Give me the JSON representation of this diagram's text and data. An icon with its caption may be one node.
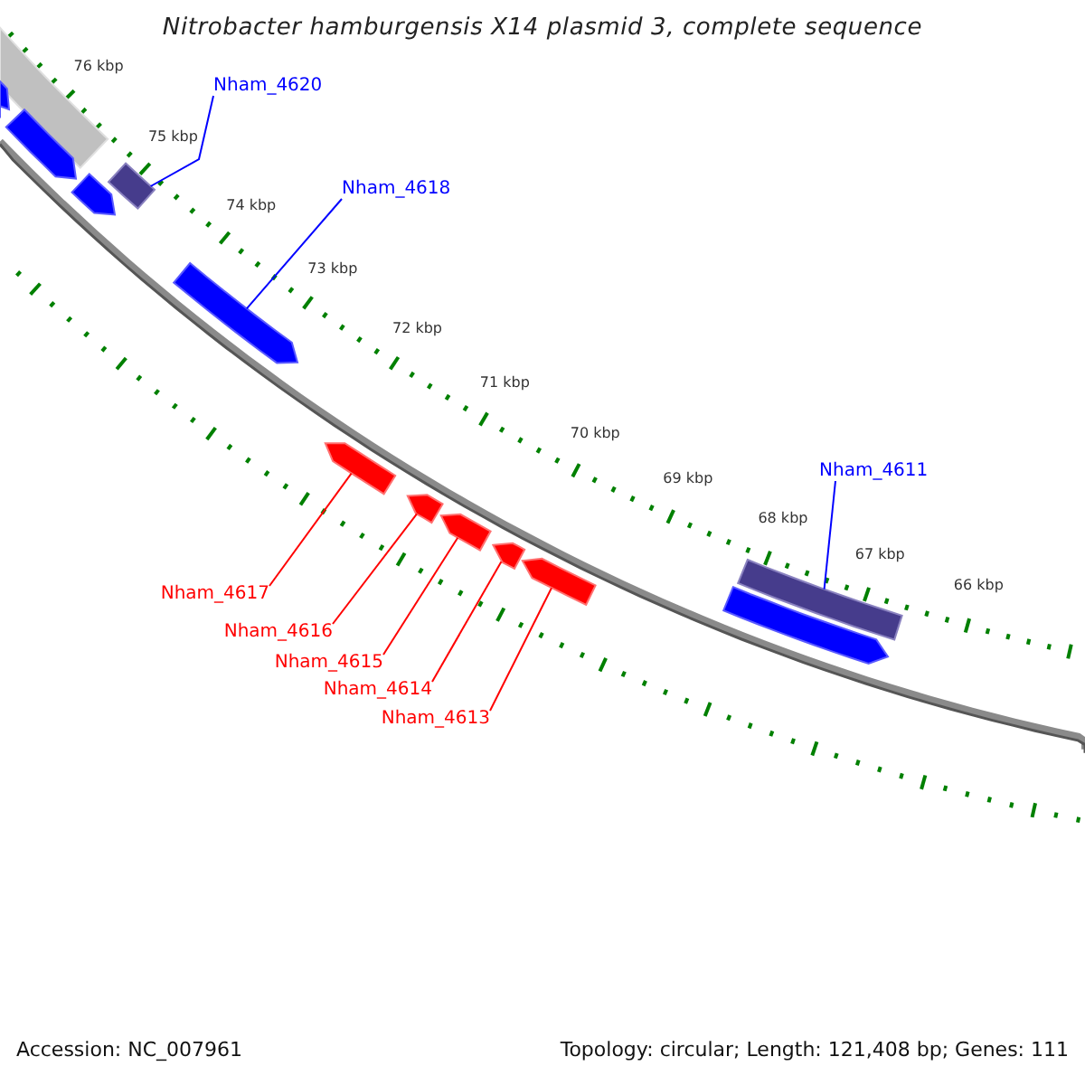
{
  "diagram": {
    "title": "Nitrobacter hamburgensis X14 plasmid 3, complete sequence",
    "nodes": [
      {
        "text": [],
        "shape": "bar"
      },
      {
        "text": [],
        "shape": "arrow"
      },
      {
        "text": [
          "Nham_4620"
        ]
      },
      {
        "text": [],
        "shape": "arrow"
      },
      {
        "text": [],
        "shape": "bar"
      },
      {
        "text": [],
        "shape": "arrow"
      },
      {
        "text": [
          "Nham_4618"
        ]
      },
      {
        "text": [],
        "shape": "arrow"
      },
      {
        "text": [],
        "shape": "arrow"
      },
      {
        "text": [],
        "shape": "arrow"
      },
      {
        "text": [],
        "shape": "arrow"
      },
      {
        "text": [],
        "shape": "arrow"
      },
      {
        "text": [
          "Nham_4611"
        ]
      },
      {
        "text": [],
        "shape": "bar"
      },
      {
        "text": [],
        "shape": "arrow"
      },
      {
        "text": [],
        "shape": "arrow"
      },
      {
        "text": [
          "Nham_4617"
        ]
      },
      {
        "text": [
          "Nham_4616"
        ]
      },
      {
        "text": [
          "Nham_4615"
        ]
      },
      {
        "text": [
          "Nham_4614"
        ]
      },
      {
        "text": [
          "Nham_4613"
        ]
      }
    ],
    "edges": [
      {
        "from": 2,
        "to": 4,
        "arrow": "none",
        "color": "#0000ff"
      },
      {
        "from": 6,
        "to": 7,
        "arrow": "none",
        "color": "#0000ff"
      },
      {
        "from": 16,
        "to": 8,
        "arrow": "none"
      },
      {
        "from": 17,
        "to": 9,
        "arrow": "none"
      },
      {
        "from": 18,
        "to": 10,
        "arrow": "none"
      },
      {
        "from": 19,
        "to": 11,
        "arrow": "none"
      },
      {
        "from": 20,
        "to": 14,
        "arrow": "none"
      },
      {
        "from": 12,
        "to": 13,
        "arrow": "none",
        "color": "#0000ff"
      }
    ],
    "labels": [
      "76 kbp",
      "75 kbp",
      "74 kbp",
      "73 kbp",
      "72 kbp",
      "71 kbp",
      "70 kbp",
      "69 kbp",
      "68 kbp",
      "67 kbp",
      "66 kbp",
      "Accession: NC_007961",
      "Topology: circular; Length: 121,408 bp; Genes: 111"
    ]
  }
}
